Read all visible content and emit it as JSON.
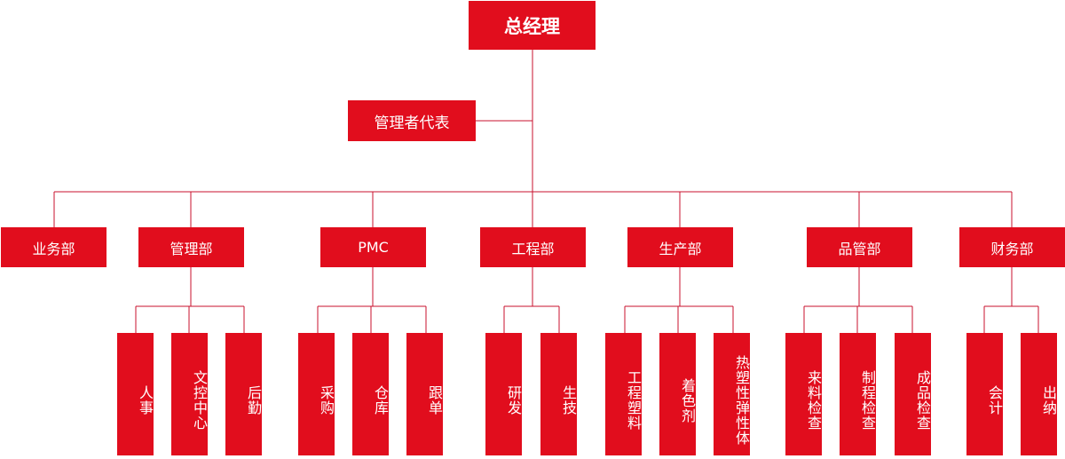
{
  "org": {
    "root": "总经理",
    "rep": "管理者代表",
    "departments": [
      {
        "label": "业务部",
        "subs": []
      },
      {
        "label": "管理部",
        "subs": [
          "人事",
          "文控中心",
          "后勤"
        ]
      },
      {
        "label": "PMC",
        "subs": [
          "采购",
          "仓库",
          "跟单"
        ]
      },
      {
        "label": "工程部",
        "subs": [
          "研发",
          "生技"
        ]
      },
      {
        "label": "生产部",
        "subs": [
          "工程塑料",
          "着色剂",
          "热塑性弹性体"
        ]
      },
      {
        "label": "品管部",
        "subs": [
          "来料检查",
          "制程检查",
          "成品检查"
        ]
      },
      {
        "label": "财务部",
        "subs": [
          "会计",
          "出纳"
        ]
      }
    ]
  },
  "colors": {
    "box": "#e10d1d",
    "line": "#c8102e",
    "text": "#ffffff"
  }
}
